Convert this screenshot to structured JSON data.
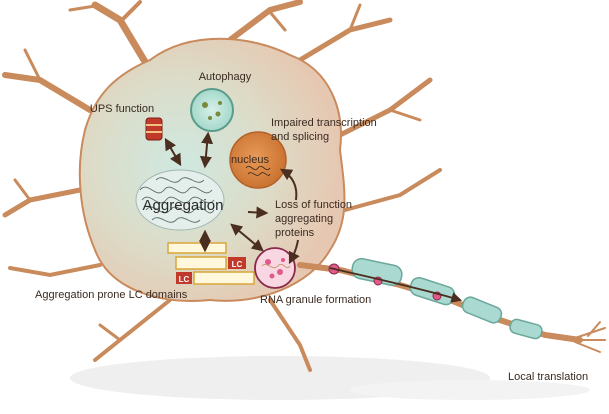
{
  "labels": {
    "autophagy": "Autophagy",
    "ups_function": "UPS function",
    "impaired_line1": "Impaired transcription",
    "impaired_line2": "and splicing",
    "nucleus": "nucleus",
    "aggregation": "Aggregation",
    "loss_line1": "Loss of function",
    "loss_line2": "aggregating",
    "loss_line3": "proteins",
    "lc_domains": "Aggregation prone LC domains",
    "rna_granule": "RNA granule formation",
    "local_translation": "Local translation",
    "lc_tag": "LC"
  },
  "colors": {
    "soma": "#e8cdb8",
    "soma_center": "#cfe8e0",
    "dendrite": "#c98a5c",
    "arrow": "#4a2e1f",
    "nucleus": "#d9823a",
    "lc_red": "#c0392b",
    "myelin": "#a9d9d0",
    "granule": "#e05a8a",
    "shadow": "#ececec"
  },
  "icons": {
    "proteasome": "proteasome-icon",
    "autophagosome": "autophagosome-icon",
    "aggregate": "protein-aggregate-icon",
    "rna_granule": "rna-granule-icon"
  }
}
